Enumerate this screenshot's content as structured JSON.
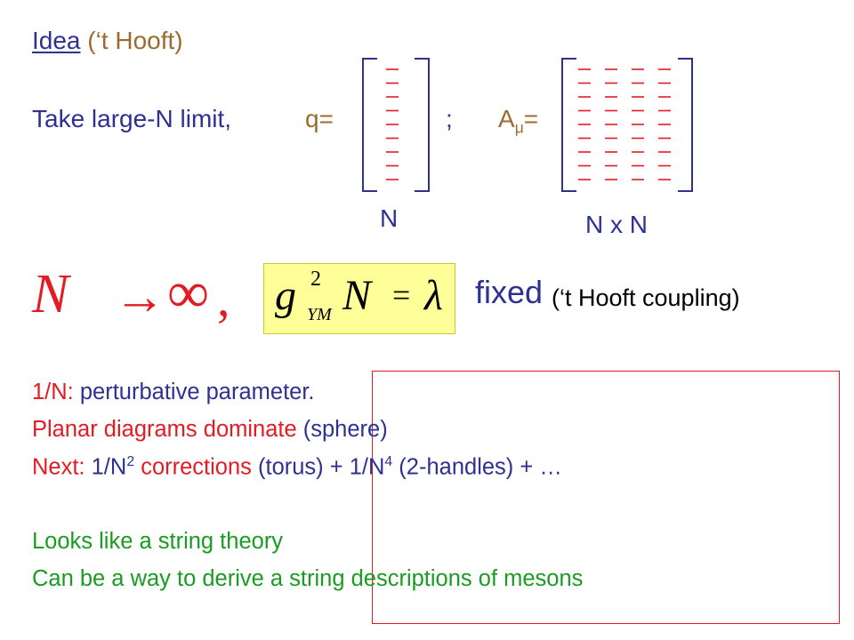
{
  "header": {
    "idea_label": "Idea",
    "author": " (‘t Hooft)"
  },
  "statement": {
    "take_limit": "Take large-N limit,",
    "q_label": "q=",
    "separator": ";",
    "a_label": "A",
    "a_sub": "μ",
    "a_eq": "="
  },
  "matrix_labels": {
    "vector": "N",
    "matrix": "N x N"
  },
  "formula": {
    "n": "N",
    "arrow": "→",
    "infinity": "∞",
    "comma": ",",
    "g": "g",
    "g_sup": "2",
    "g_sub": "YM",
    "n2": "N",
    "eq": "=",
    "lambda": "λ",
    "fixed": "fixed",
    "coupling": " (‘t Hooft coupling)"
  },
  "box": {
    "line1_a": "1/N:",
    "line1_b": " perturbative parameter.",
    "line2_a": "Planar diagrams dominate",
    "line2_b": "  (sphere)",
    "line3_a": "Next:",
    "line3_b": " 1/N",
    "line3_sup1": "2",
    "line3_c": " corrections",
    "line3_d": " (torus) + 1/N",
    "line3_sup2": "4",
    "line3_e": " (2-handles) + …",
    "line4": "Looks like a string theory",
    "line5": "Can be a way to derive a string descriptions of mesons"
  },
  "colors": {
    "blue": "#2e3192",
    "gold": "#9c6b2f",
    "red": "#e31b23",
    "green": "#1a9b22",
    "highlight": "#ffff99"
  }
}
